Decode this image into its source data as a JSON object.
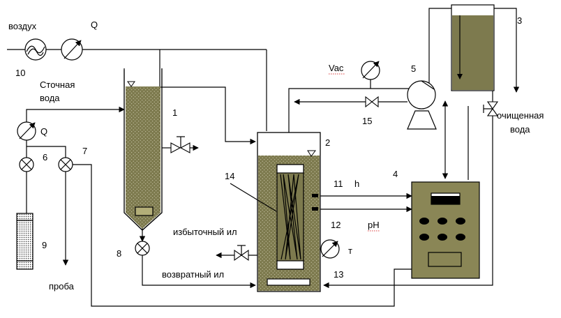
{
  "labels": {
    "air": "воздух",
    "q_air": "Q",
    "num_10": "10",
    "wastewater_1": "Сточная",
    "wastewater_2": "вода",
    "q_water": "Q",
    "num_6": "6",
    "num_7": "7",
    "num_9": "9",
    "sample": "проба",
    "num_8": "8",
    "num_1": "1",
    "num_2": "2",
    "num_3": "3",
    "num_4": "4",
    "num_5": "5",
    "num_11": "11",
    "num_12": "12",
    "num_13": "13",
    "num_14": "14",
    "num_15": "15",
    "vac": "Vac",
    "h": "h",
    "ph": "pH",
    "t": "т",
    "excess_sludge": "избыточный ил",
    "return_sludge": "возвратный ил",
    "treated_1": "очищенная",
    "treated_2": "вода"
  },
  "colors": {
    "sludge": "#7d7a4e",
    "panel": "#8a8656",
    "line": "#000000"
  }
}
